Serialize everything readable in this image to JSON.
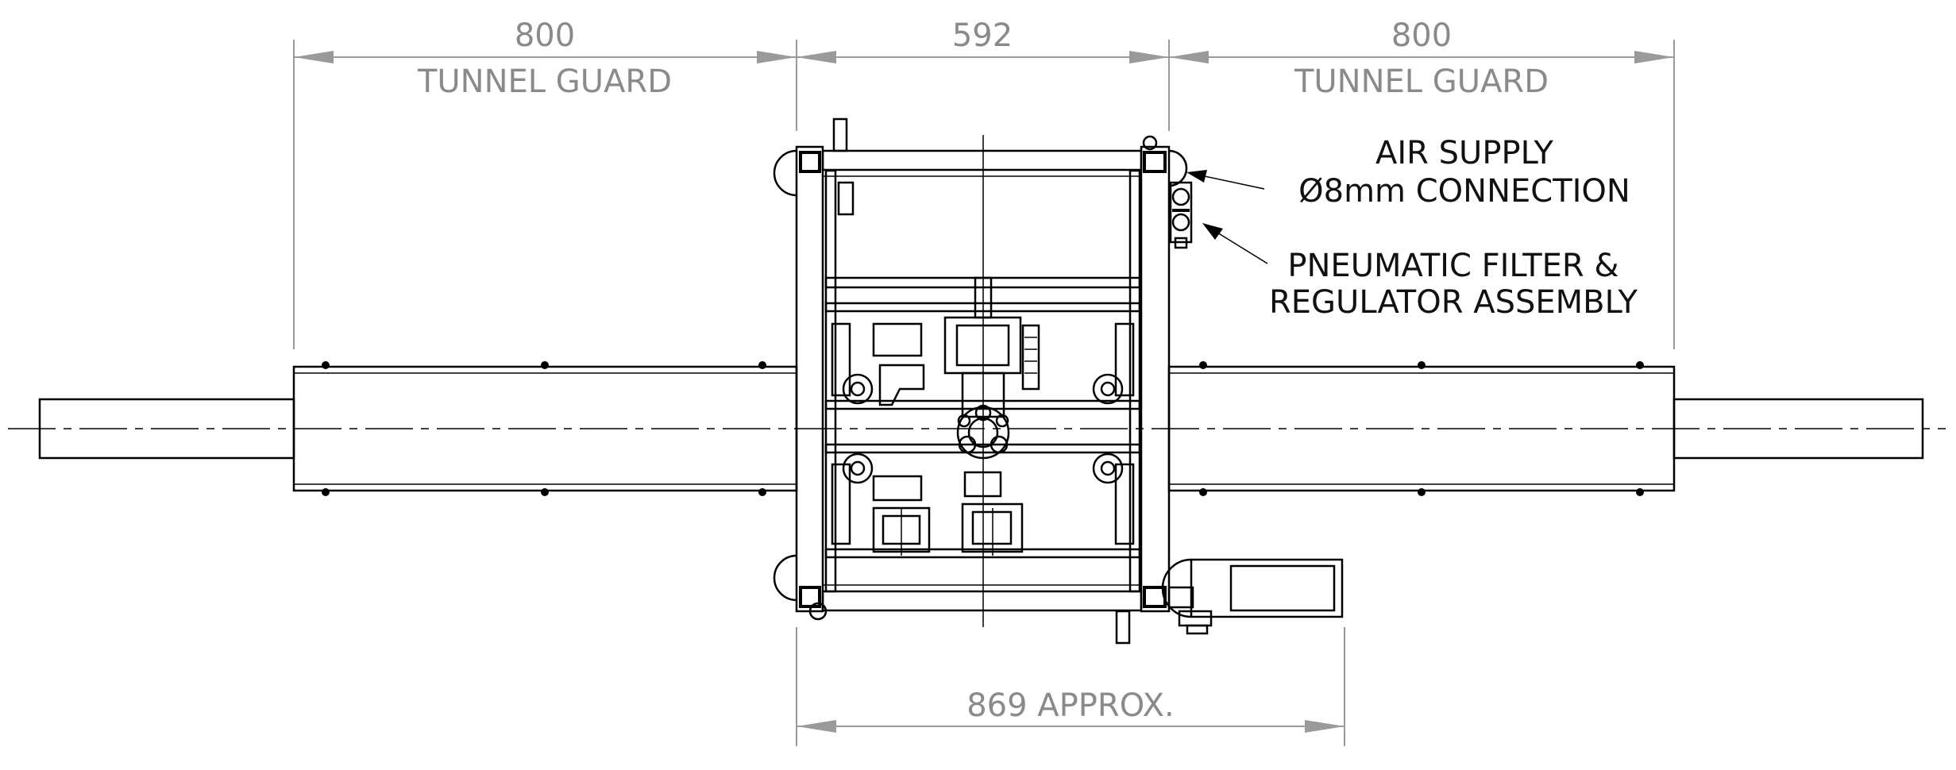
{
  "dimensions": {
    "left_guard": {
      "value": "800",
      "label": "TUNNEL GUARD"
    },
    "center_frame": {
      "value": "592"
    },
    "right_guard": {
      "value": "800",
      "label": "TUNNEL GUARD"
    },
    "overall_width": {
      "value": "869 APPROX."
    }
  },
  "callouts": {
    "air_supply": {
      "line1": "AIR SUPPLY",
      "line2": "Ø8mm CONNECTION"
    },
    "filter": {
      "line1": "PNEUMATIC FILTER &",
      "line2": "REGULATOR ASSEMBLY"
    }
  },
  "colors": {
    "line": "#000000",
    "dimension": "#8a8a8a"
  }
}
